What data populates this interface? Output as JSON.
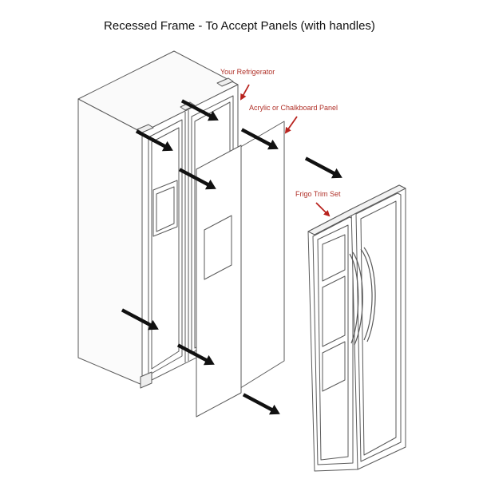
{
  "title": "Recessed Frame - To Accept Panels (with handles)",
  "callouts": {
    "refrigerator": "Your Refrigerator",
    "panel": "Acrylic or Chalkboard Panel",
    "trim": "Frigo Trim Set"
  },
  "colors": {
    "callout_text": "#b03028",
    "callout_arrow": "#b8231e",
    "line": "#5a5a5a",
    "arrow": "#111111"
  }
}
